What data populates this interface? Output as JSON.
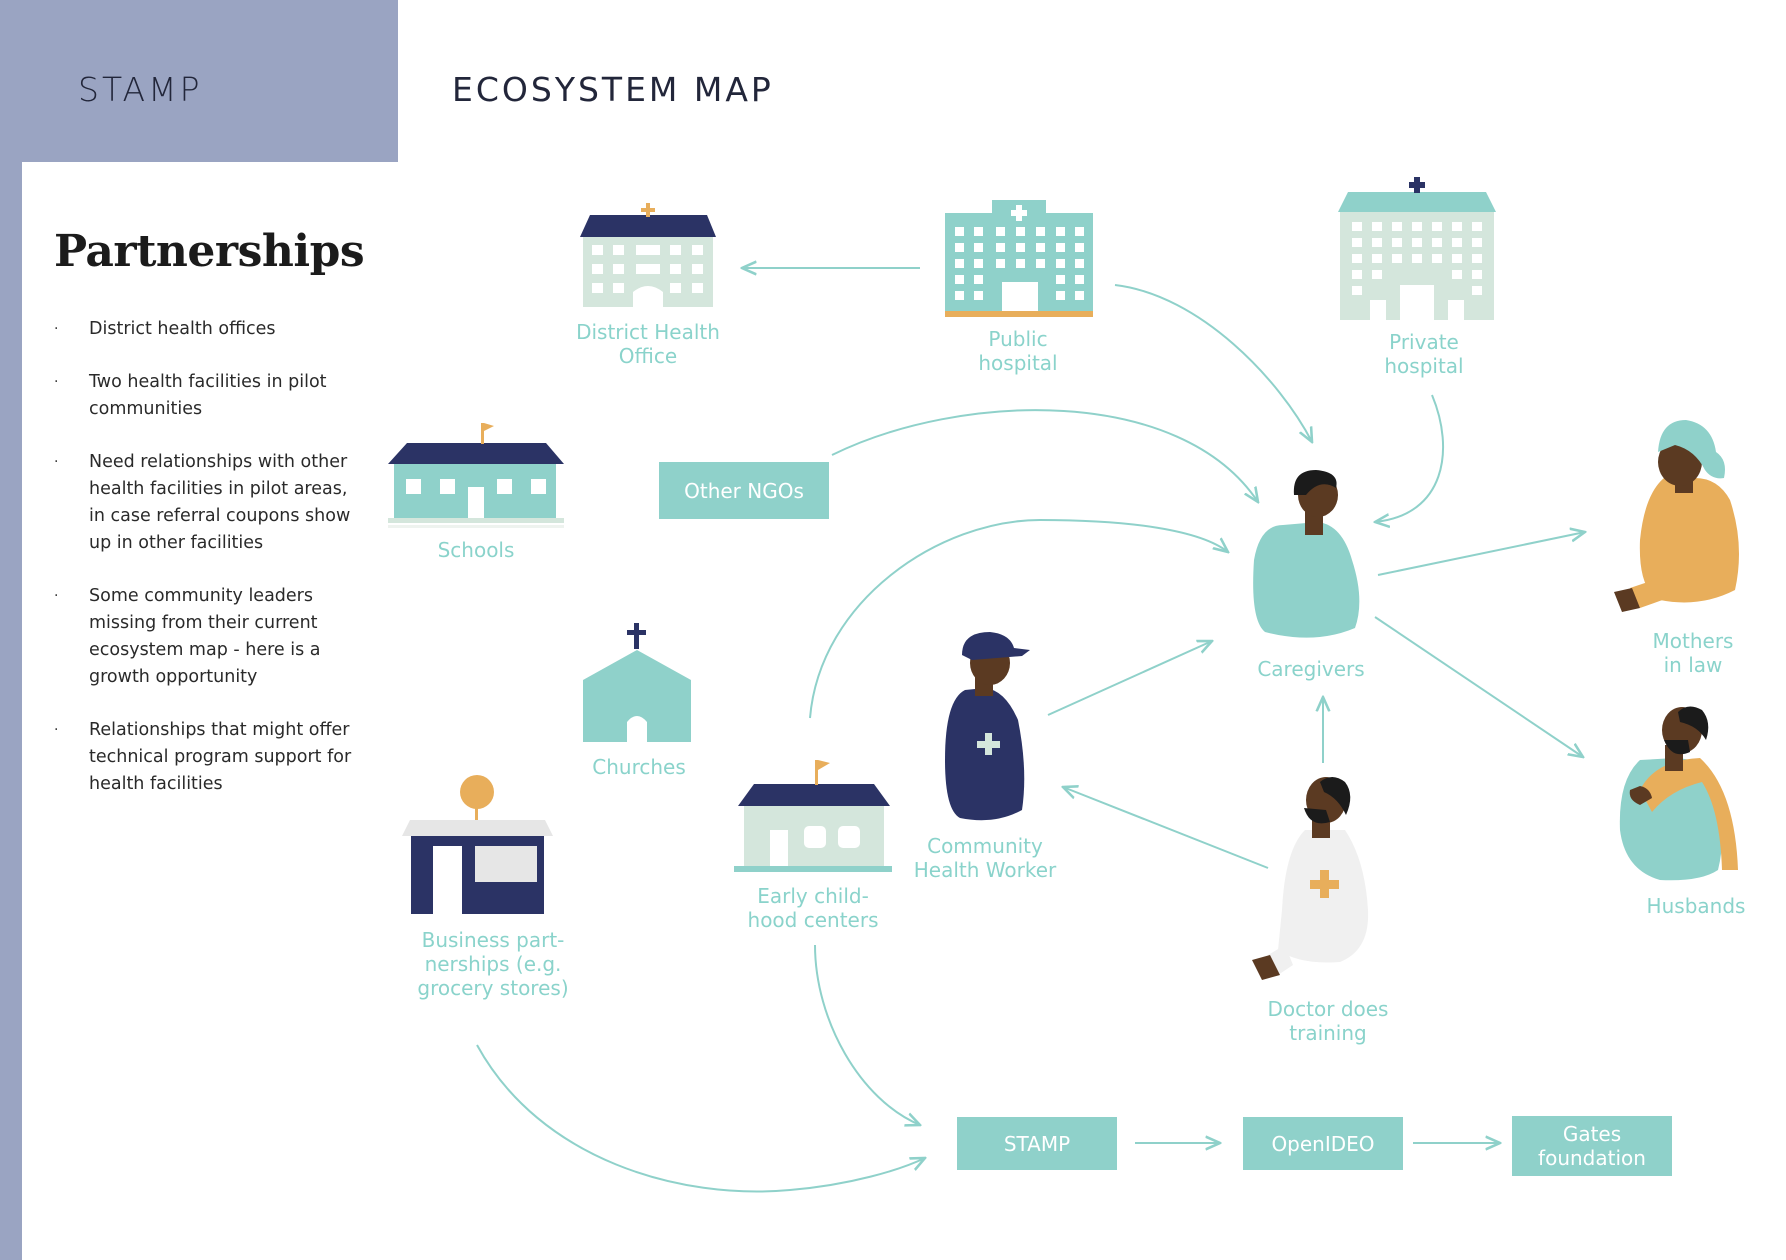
{
  "header": {
    "brand": "STAMP",
    "title": "ECOSYSTEM MAP"
  },
  "sidebar": {
    "section_title": "Partnerships",
    "bullet_char": "·",
    "items": [
      "District health offices",
      "Two health facilities in pilot communities",
      "Need relationships with other health facilities in pilot areas, in case referral coupons show up in other facilities",
      "Some community leaders missing from their current ecosystem map - here is a growth opportunity",
      "Relationships that might offer technical program support for health facilities"
    ]
  },
  "nodes": {
    "district_health_office": "District Health\nOffice",
    "public_hospital": "Public\nhospital",
    "private_hospital": "Private\nhospital",
    "schools": "Schools",
    "other_ngos": "Other NGOs",
    "caregivers": "Caregivers",
    "mothers_in_law": "Mothers in law",
    "churches": "Churches",
    "community_health_worker": "Community\nHealth Worker",
    "early_childhood_centers": "Early child-\nhood centers",
    "business_partnerships": "Business part-\nnerships (e.g.\ngrocery stores)",
    "husbands": "Husbands",
    "doctor_training": "Doctor does\ntraining",
    "stamp": "STAMP",
    "openideo": "OpenIDEO",
    "gates_foundation": "Gates\nfoundation"
  },
  "colors": {
    "header_bg": "#9aa4c2",
    "teal": "#8fd1ca",
    "label_teal": "#8ad3cb",
    "navy": "#2b3365",
    "orange": "#e8ae5b",
    "mint": "#d4e6dc",
    "skin": "#5b3a22"
  }
}
